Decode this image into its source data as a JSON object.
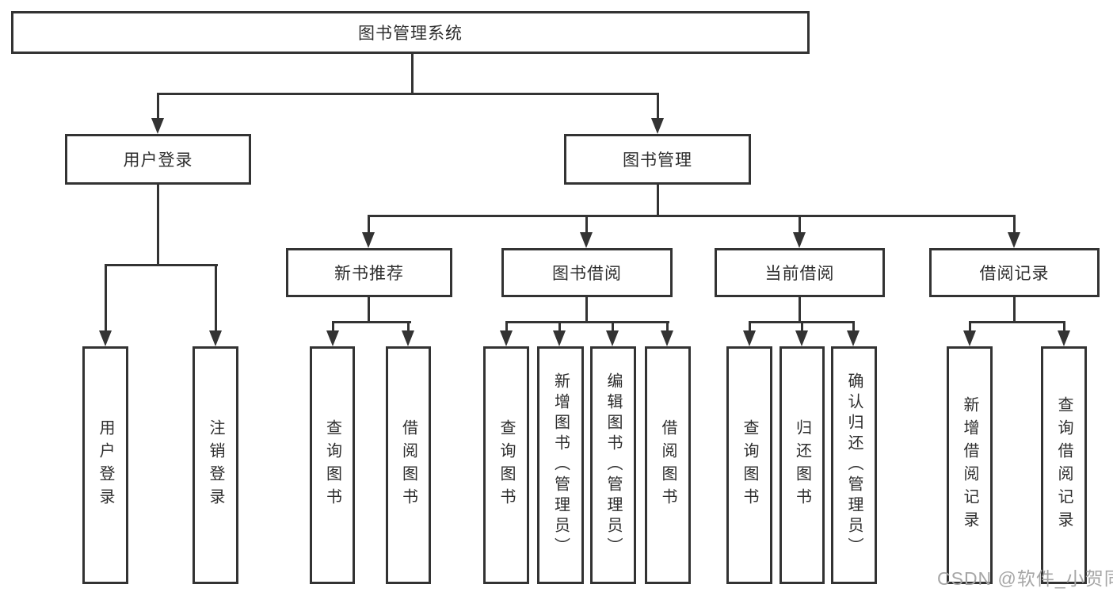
{
  "tree": {
    "label": "图书管理系统",
    "children": [
      {
        "label": "用户登录",
        "children": [
          {
            "label": "用户登录"
          },
          {
            "label": "注销登录"
          }
        ]
      },
      {
        "label": "图书管理",
        "children": [
          {
            "label": "新书推荐",
            "children": [
              {
                "label": "查询图书"
              },
              {
                "label": "借阅图书"
              }
            ]
          },
          {
            "label": "图书借阅",
            "children": [
              {
                "label": "查询图书"
              },
              {
                "label": "新增图书（管理员）"
              },
              {
                "label": "编辑图书（管理员）"
              },
              {
                "label": "借阅图书"
              }
            ]
          },
          {
            "label": "当前借阅",
            "children": [
              {
                "label": "查询图书"
              },
              {
                "label": "归还图书"
              },
              {
                "label": "确认归还（管理员）"
              }
            ]
          },
          {
            "label": "借阅记录",
            "children": [
              {
                "label": "新增借阅记录"
              },
              {
                "label": "查询借阅记录"
              }
            ]
          }
        ]
      }
    ]
  },
  "watermark": "CSDN @软件_小贺同学",
  "colors": {
    "line": "#333333",
    "text": "#2e2e2e",
    "background": "#ffffff",
    "watermark": "#a6a6a6"
  }
}
